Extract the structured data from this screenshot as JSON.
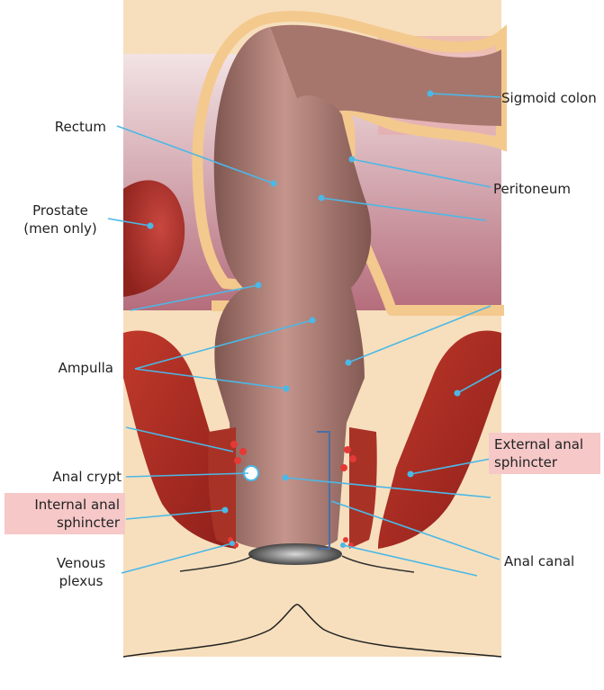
{
  "labels": {
    "rectum": "Rectum",
    "prostate_line1": "Prostate",
    "prostate_line2": "(men only)",
    "ampulla": "Ampulla",
    "anal_crypt": "Anal crypt",
    "internal_sphincter_line1": "Internal anal",
    "internal_sphincter_line2": "sphincter",
    "venous_plexus_line1": "Venous",
    "venous_plexus_line2": "plexus",
    "sigmoid_colon": "Sigmoid colon",
    "peritoneum": "Peritoneum",
    "external_sphincter_line1": "External anal",
    "external_sphincter_line2": "sphincter",
    "anal_canal": "Anal canal"
  },
  "colors": {
    "leader_line": "#4cb8e6",
    "highlight_box": "#f6c8c8",
    "tissue": "#f6dcb8",
    "pelvic_band": "#c07a88",
    "peritoneum_membrane": "#f3c98e",
    "bowel": "#9a6a62",
    "muscle": "#b5302a",
    "prostate": "#a8302a"
  }
}
